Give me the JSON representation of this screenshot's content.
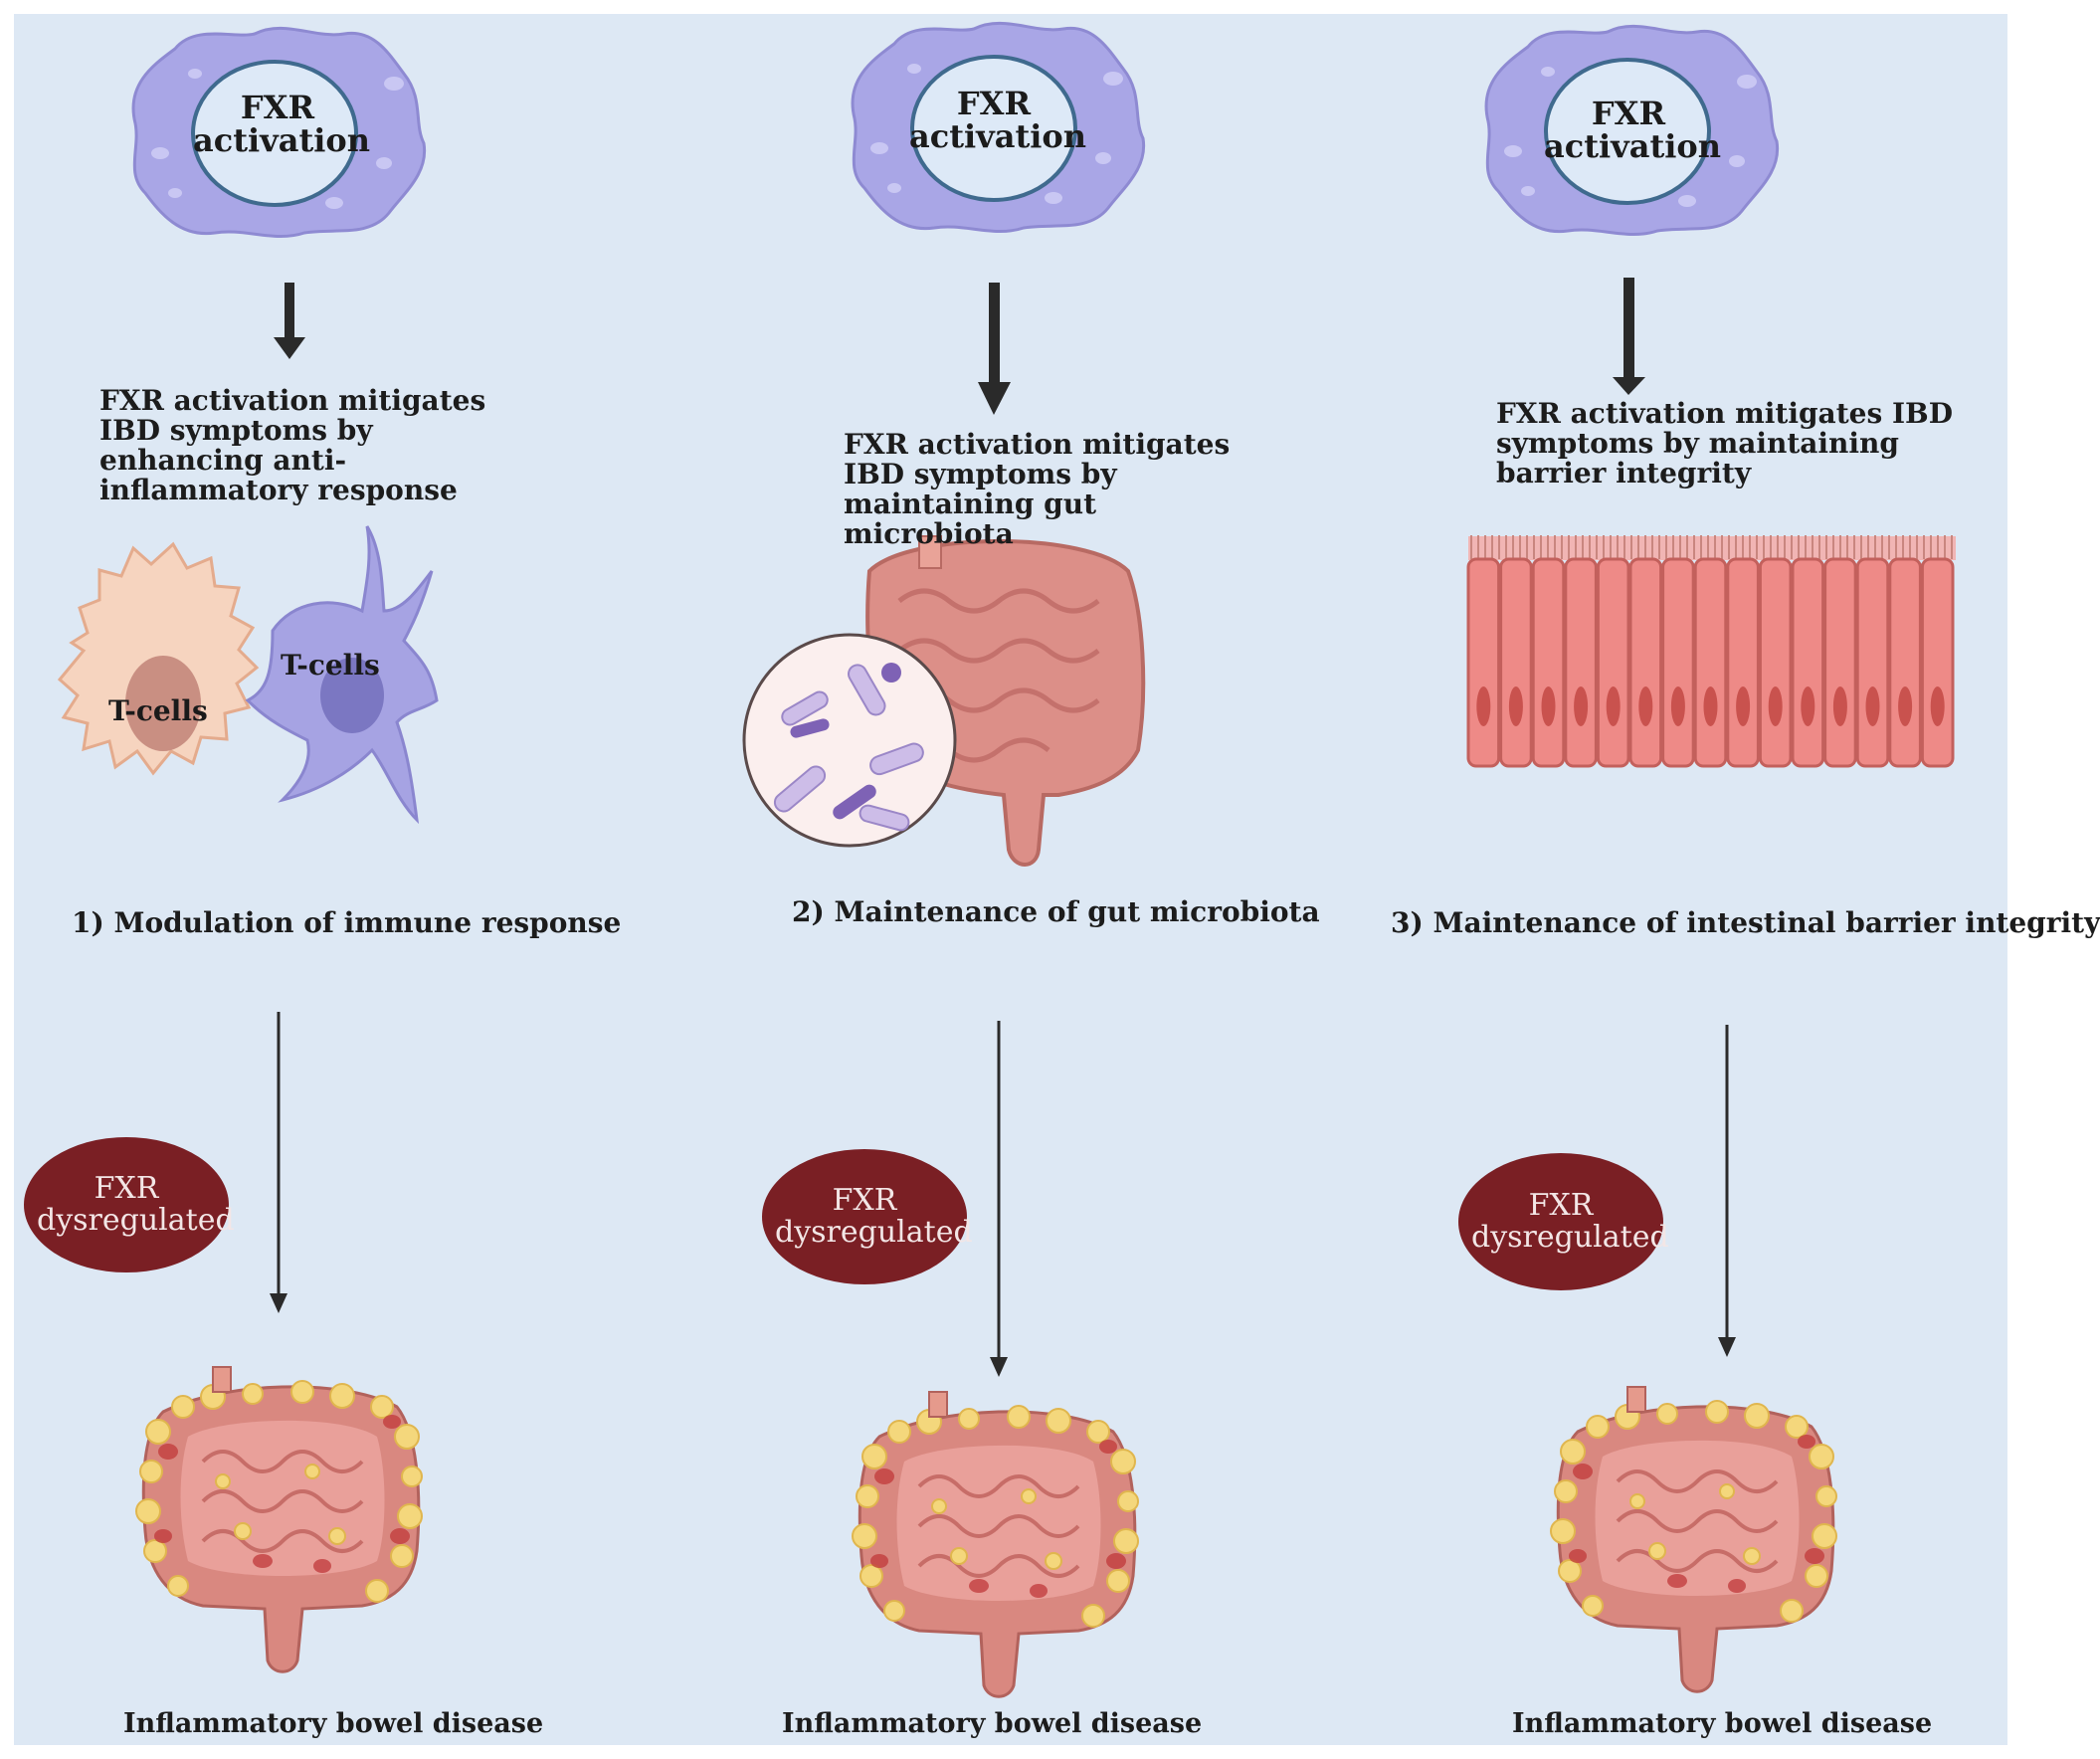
{
  "panels": [
    {
      "top_label_line1": "FXR",
      "top_label_line2": "activation",
      "mechanism": "FXR activation mitigates IBD symptoms by enhancing anti-inflammatory response",
      "cell_label_a": "T-cells",
      "cell_label_b": "T-cells",
      "title": "1) Modulation of immune response",
      "dys_line1": "FXR",
      "dys_line2": "dysregulated",
      "outcome": "Inflammatory bowel disease"
    },
    {
      "top_label_line1": "FXR",
      "top_label_line2": "activation",
      "mechanism": "FXR activation mitigates IBD symptoms by maintaining gut microbiota",
      "title": "2) Maintenance of gut microbiota",
      "dys_line1": "FXR",
      "dys_line2": "dysregulated",
      "outcome": "Inflammatory bowel disease"
    },
    {
      "top_label_line1": "FXR",
      "top_label_line2": "activation",
      "mechanism": "FXR activation mitigates IBD symptoms by maintaining barrier integrity",
      "title": "3) Maintenance of intestinal barrier integrity",
      "dys_line1": "FXR",
      "dys_line2": "dysregulated",
      "outcome": "Inflammatory bowel disease"
    }
  ],
  "colors": {
    "background": "#dde8f4",
    "cell": "#a9a6e6",
    "nucleus": "#dde9f7",
    "dysregulated": "#7a1f24",
    "epithelium": "#ee8a87",
    "arrow": "#2a2a2a"
  }
}
